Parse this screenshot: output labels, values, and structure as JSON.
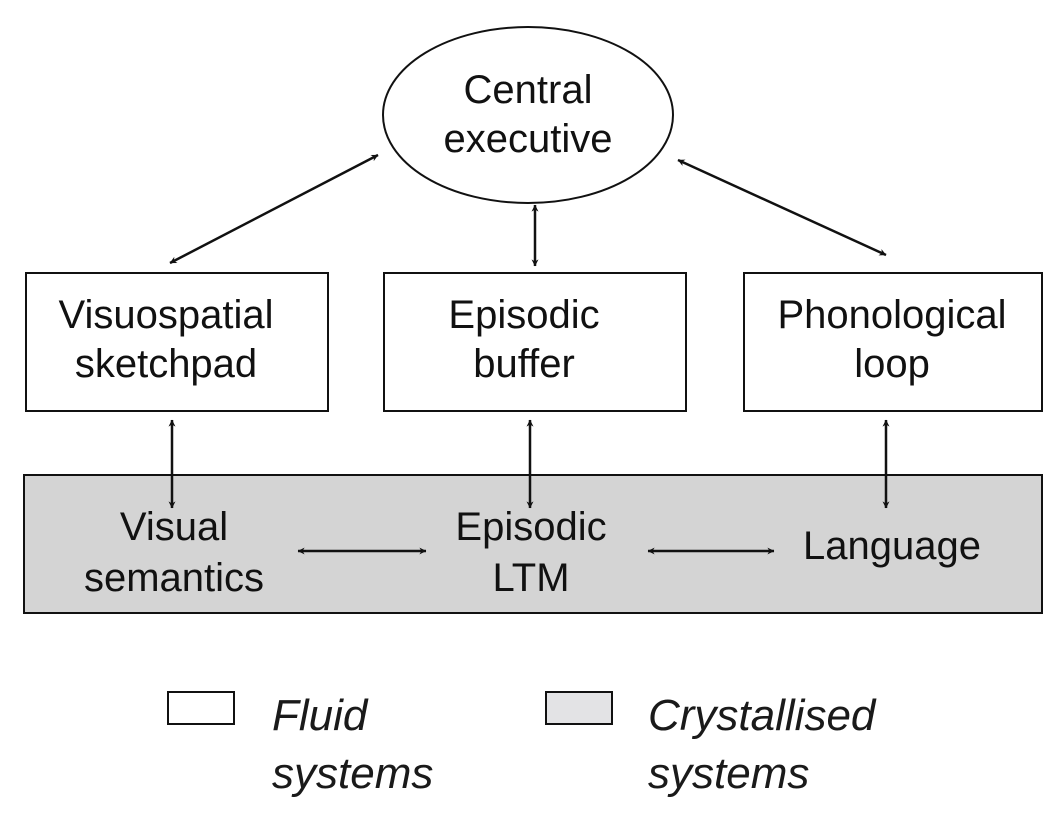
{
  "nodes": {
    "central_executive": {
      "line1": "Central",
      "line2": "executive"
    },
    "visuospatial_sketchpad": {
      "line1": "Visuospatial",
      "line2": "sketchpad"
    },
    "episodic_buffer": {
      "line1": "Episodic",
      "line2": "buffer"
    },
    "phonological_loop": {
      "line1": "Phonological",
      "line2": "loop"
    },
    "visual_semantics": {
      "line1": "Visual",
      "line2": "semantics"
    },
    "episodic_ltm": {
      "line1": "Episodic",
      "line2": "LTM"
    },
    "language": {
      "line1": "Language"
    }
  },
  "legend": {
    "fluid": {
      "line1": "Fluid",
      "line2": "systems"
    },
    "crystallised": {
      "line1": "Crystallised",
      "line2": "systems"
    }
  },
  "colors": {
    "fluid_fill": "#ffffff",
    "crystallised_fill": "#d4d4d4",
    "legend_crystallised_fill": "#e3e3e5",
    "stroke": "#111111"
  }
}
